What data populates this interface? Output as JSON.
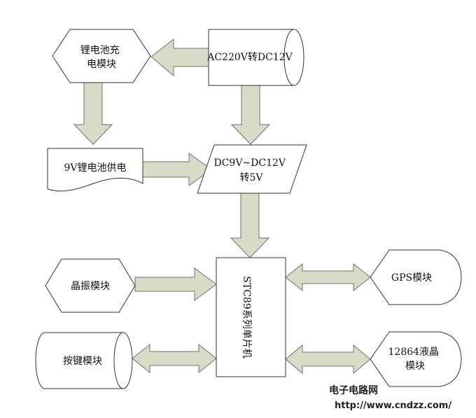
{
  "colors": {
    "arrow_fill": "#d6dcc8",
    "arrow_stroke": "#6e7466",
    "node_stroke": "#333333",
    "node_fill": "#ffffff",
    "watermark_text": "#222222"
  },
  "nodes": {
    "li_charger": {
      "lines": [
        "锂电池充",
        "电模块"
      ]
    },
    "ac_dc": {
      "lines": [
        "AC220V转DC12V"
      ]
    },
    "battery_9v": {
      "lines": [
        "9V锂电池供电"
      ]
    },
    "dc_converter": {
      "lines": [
        "DC9V~DC12V",
        "转5V"
      ]
    },
    "crystal": {
      "lines": [
        "晶振模块"
      ]
    },
    "mcu": {
      "lines": [
        "STC89系列单片机"
      ]
    },
    "gps": {
      "lines": [
        "GPS模块"
      ]
    },
    "keypad": {
      "lines": [
        "按键模块"
      ]
    },
    "lcd": {
      "lines": [
        "12864液晶",
        "模块"
      ]
    }
  },
  "watermark": {
    "site_name": "电子电路网",
    "url": "http://www.cndzz.com/"
  }
}
